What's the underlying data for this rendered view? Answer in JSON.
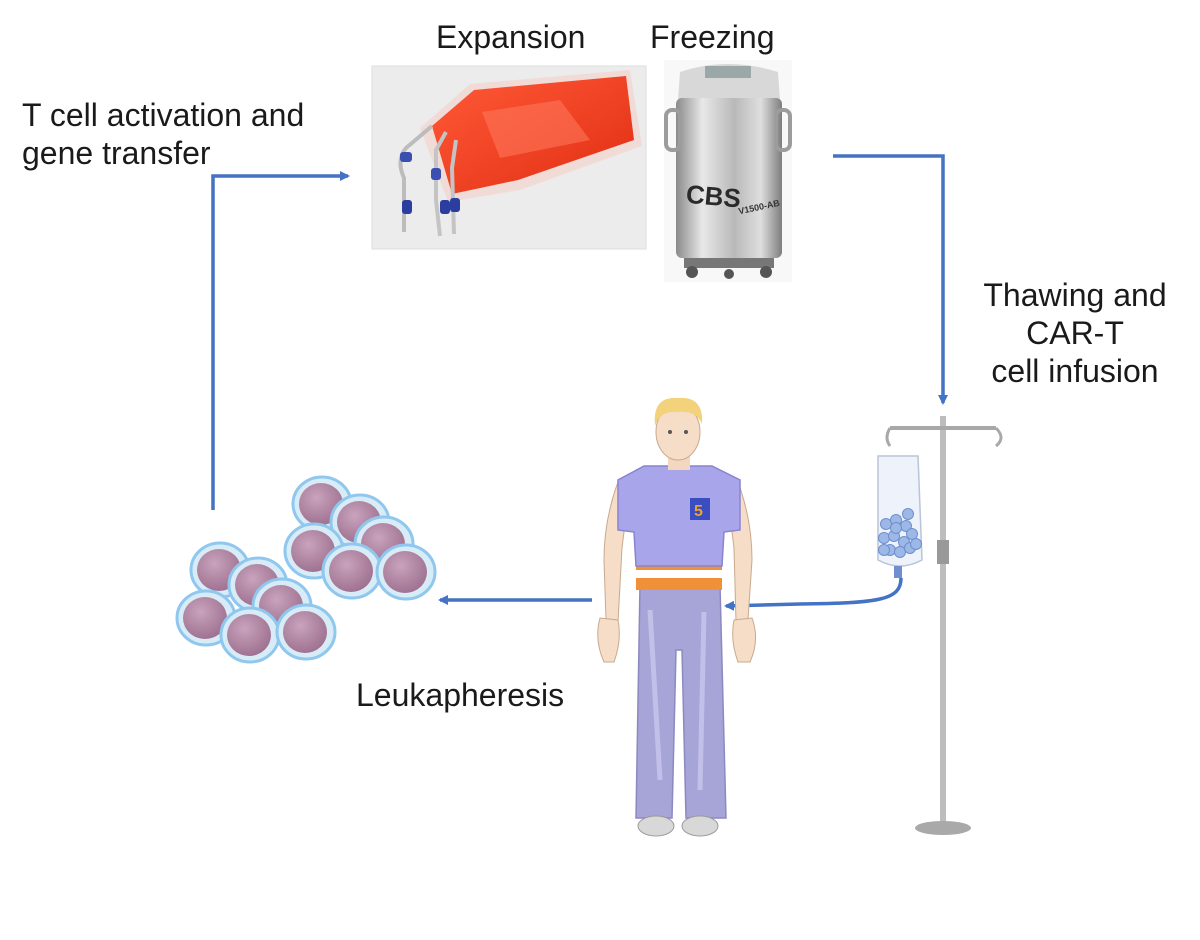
{
  "labels": {
    "t_cell_activation": [
      "T cell activation and",
      "gene transfer"
    ],
    "expansion": "Expansion",
    "freezing": "Freezing",
    "thawing": [
      "Thawing and",
      "CAR-T",
      "cell infusion"
    ],
    "leukapheresis": "Leukapheresis"
  },
  "freezer": {
    "brand_text": "CBS",
    "model_text": "V1500-AB"
  },
  "shirt_number": "5",
  "colors": {
    "arrow": "#4472c4",
    "bag_red": "#f03a1e",
    "cell_fill": "#b48aa6",
    "cell_outline": "#8fc7ee",
    "shirt": "#a9a5ea",
    "pants": "#a7a4d8",
    "belt": "#f0913a",
    "steel": "#c8c8c8"
  }
}
